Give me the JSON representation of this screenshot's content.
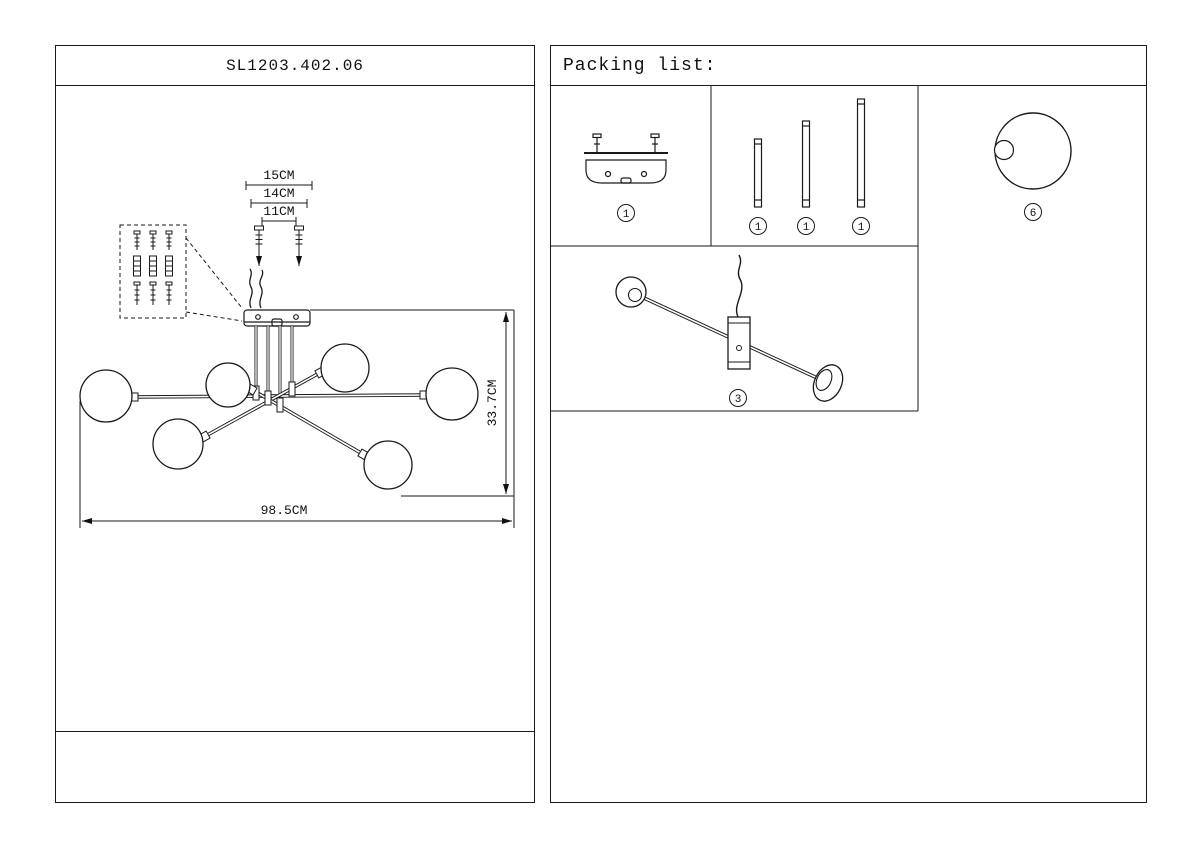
{
  "left_panel": {
    "title": "SL1203.402.06",
    "dims": {
      "top_outer": "15CM",
      "top_middle": "14CM",
      "top_inner": "11CM",
      "height": "33.7CM",
      "width": "98.5CM"
    }
  },
  "packing_list": {
    "header": "Packing list:",
    "canopy_qty": "1",
    "rod_short_qty": "1",
    "rod_medium_qty": "1",
    "rod_long_qty": "1",
    "globe_qty": "6",
    "arm_qty": "3"
  }
}
